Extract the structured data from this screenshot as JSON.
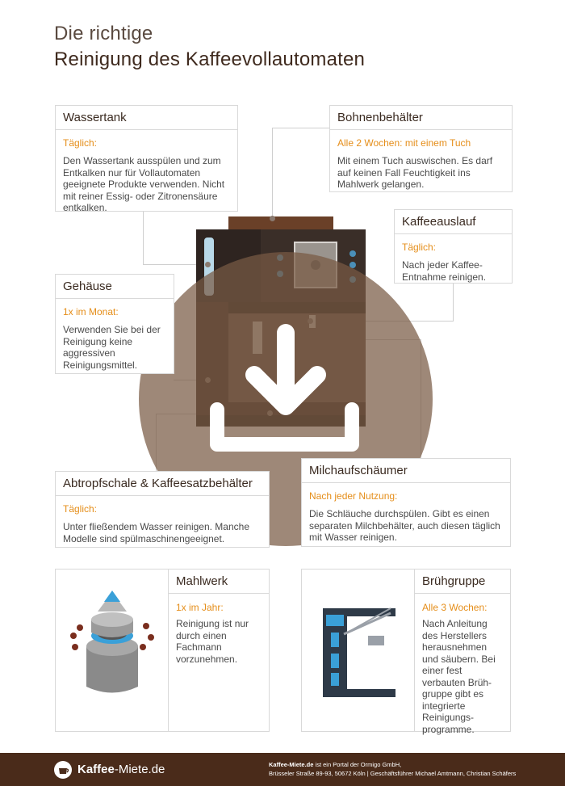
{
  "title": {
    "line1": "Die richtige",
    "line2": "Reinigung des Kaffeevollautomaten"
  },
  "boxes": {
    "wassertank": {
      "title": "Wassertank",
      "freq": "Täglich:",
      "desc": "Den Wassertank ausspülen und zum Entkalken nur für Vollautomaten geeignete Produkte verwenden. Nicht mit reiner Essig- oder Zitronensäure entkalken."
    },
    "bohnenbehaelter": {
      "title": "Bohnenbehälter",
      "freq": "Alle 2 Wochen: mit einem Tuch",
      "desc": "Mit einem Tuch auswischen. Es darf auf keinen Fall Feuchtigkeit ins Mahlwerk gelangen."
    },
    "kaffeeauslauf": {
      "title": "Kaffeeauslauf",
      "freq": "Täglich:",
      "desc": "Nach jeder Kaffee-Entnahme reinigen."
    },
    "gehaeuse": {
      "title": "Gehäuse",
      "freq": "1x im Monat:",
      "desc": "Verwenden Sie bei der Reinigung keine aggressiven Reinigungsmittel."
    },
    "abtropfschale": {
      "title": "Abtropfschale & Kaffeesatzbehälter",
      "freq": "Täglich:",
      "desc": "Unter fließendem Wasser reinigen. Manche Modelle sind spülmaschinengeeignet."
    },
    "milchaufschaeumer": {
      "title": "Milchaufschäumer",
      "freq": "Nach jeder Nutzung:",
      "desc": "Die Schläuche durchspülen. Gibt es einen separaten Milchbehälter, auch diesen täglich mit Wasser reinigen."
    },
    "mahlwerk": {
      "title": "Mahlwerk",
      "freq": "1x im Jahr:",
      "desc": "Reinigung ist nur durch einen Fachmann vorzunehmen."
    },
    "bruehgruppe": {
      "title": "Brühgruppe",
      "freq": "Alle 3 Wochen:",
      "desc": "Nach Anleitung des Herstellers herausnehmen und säubern. Bei einer fest verbauten Brüh-gruppe gibt es integrierte Reinigungs-programme."
    }
  },
  "footer": {
    "brand_bold": "Kaffee",
    "brand_rest": "-Miete.de",
    "info_bold": "Kaffee-Miete.de",
    "info_line1_rest": " ist ein Portal der Ormigo GmbH,",
    "info_line2": "Brüsseler Straße 89-93, 50672 Köln | Geschäftsführer Michael Amtmann, Christian Schäfers"
  },
  "colors": {
    "accent": "#e58e1a",
    "footer_bg": "#4a2b1a",
    "overlay": "#785a44",
    "machine_dark": "#3d2a20"
  },
  "icons": {
    "overlay": "download-icon",
    "footer_logo": "coffee-cup-icon"
  }
}
